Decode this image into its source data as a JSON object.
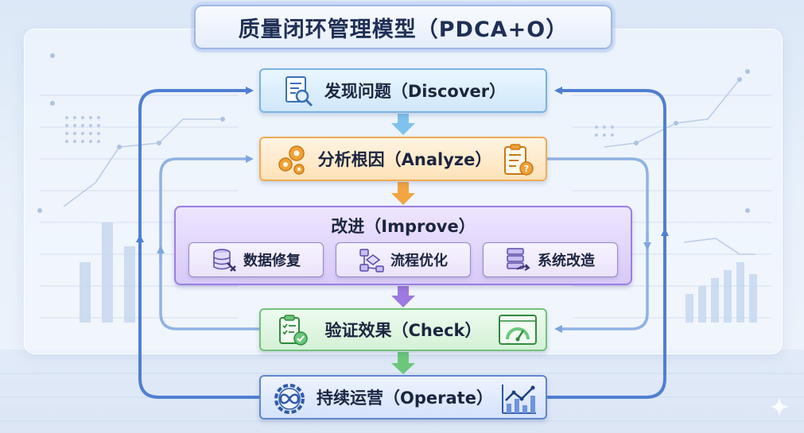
{
  "title": "质量闭环管理模型（PDCA+O）",
  "steps": {
    "discover": {
      "label": "发现问题（Discover）",
      "icon": "document-search-icon",
      "color": "#79b2e3"
    },
    "analyze": {
      "label": "分析根因（Analyze）",
      "icon": "gears-icon",
      "icon_right": "clipboard-question-icon",
      "color": "#f0ab55"
    },
    "improve": {
      "label": "改进（Improve）",
      "color": "#9b7fe0",
      "items": [
        {
          "label": "数据修复",
          "icon": "database-wrench-icon"
        },
        {
          "label": "流程优化",
          "icon": "flowchart-icon"
        },
        {
          "label": "系统改造",
          "icon": "server-arrow-icon"
        }
      ]
    },
    "check": {
      "label": "验证效果（Check）",
      "icon": "clipboard-check-icon",
      "icon_right": "gauge-icon",
      "color": "#72c27b"
    },
    "operate": {
      "label": "持续运营（Operate）",
      "icon": "infinity-gear-icon",
      "icon_right": "line-bar-chart-icon",
      "color": "#5e86cf"
    }
  }
}
